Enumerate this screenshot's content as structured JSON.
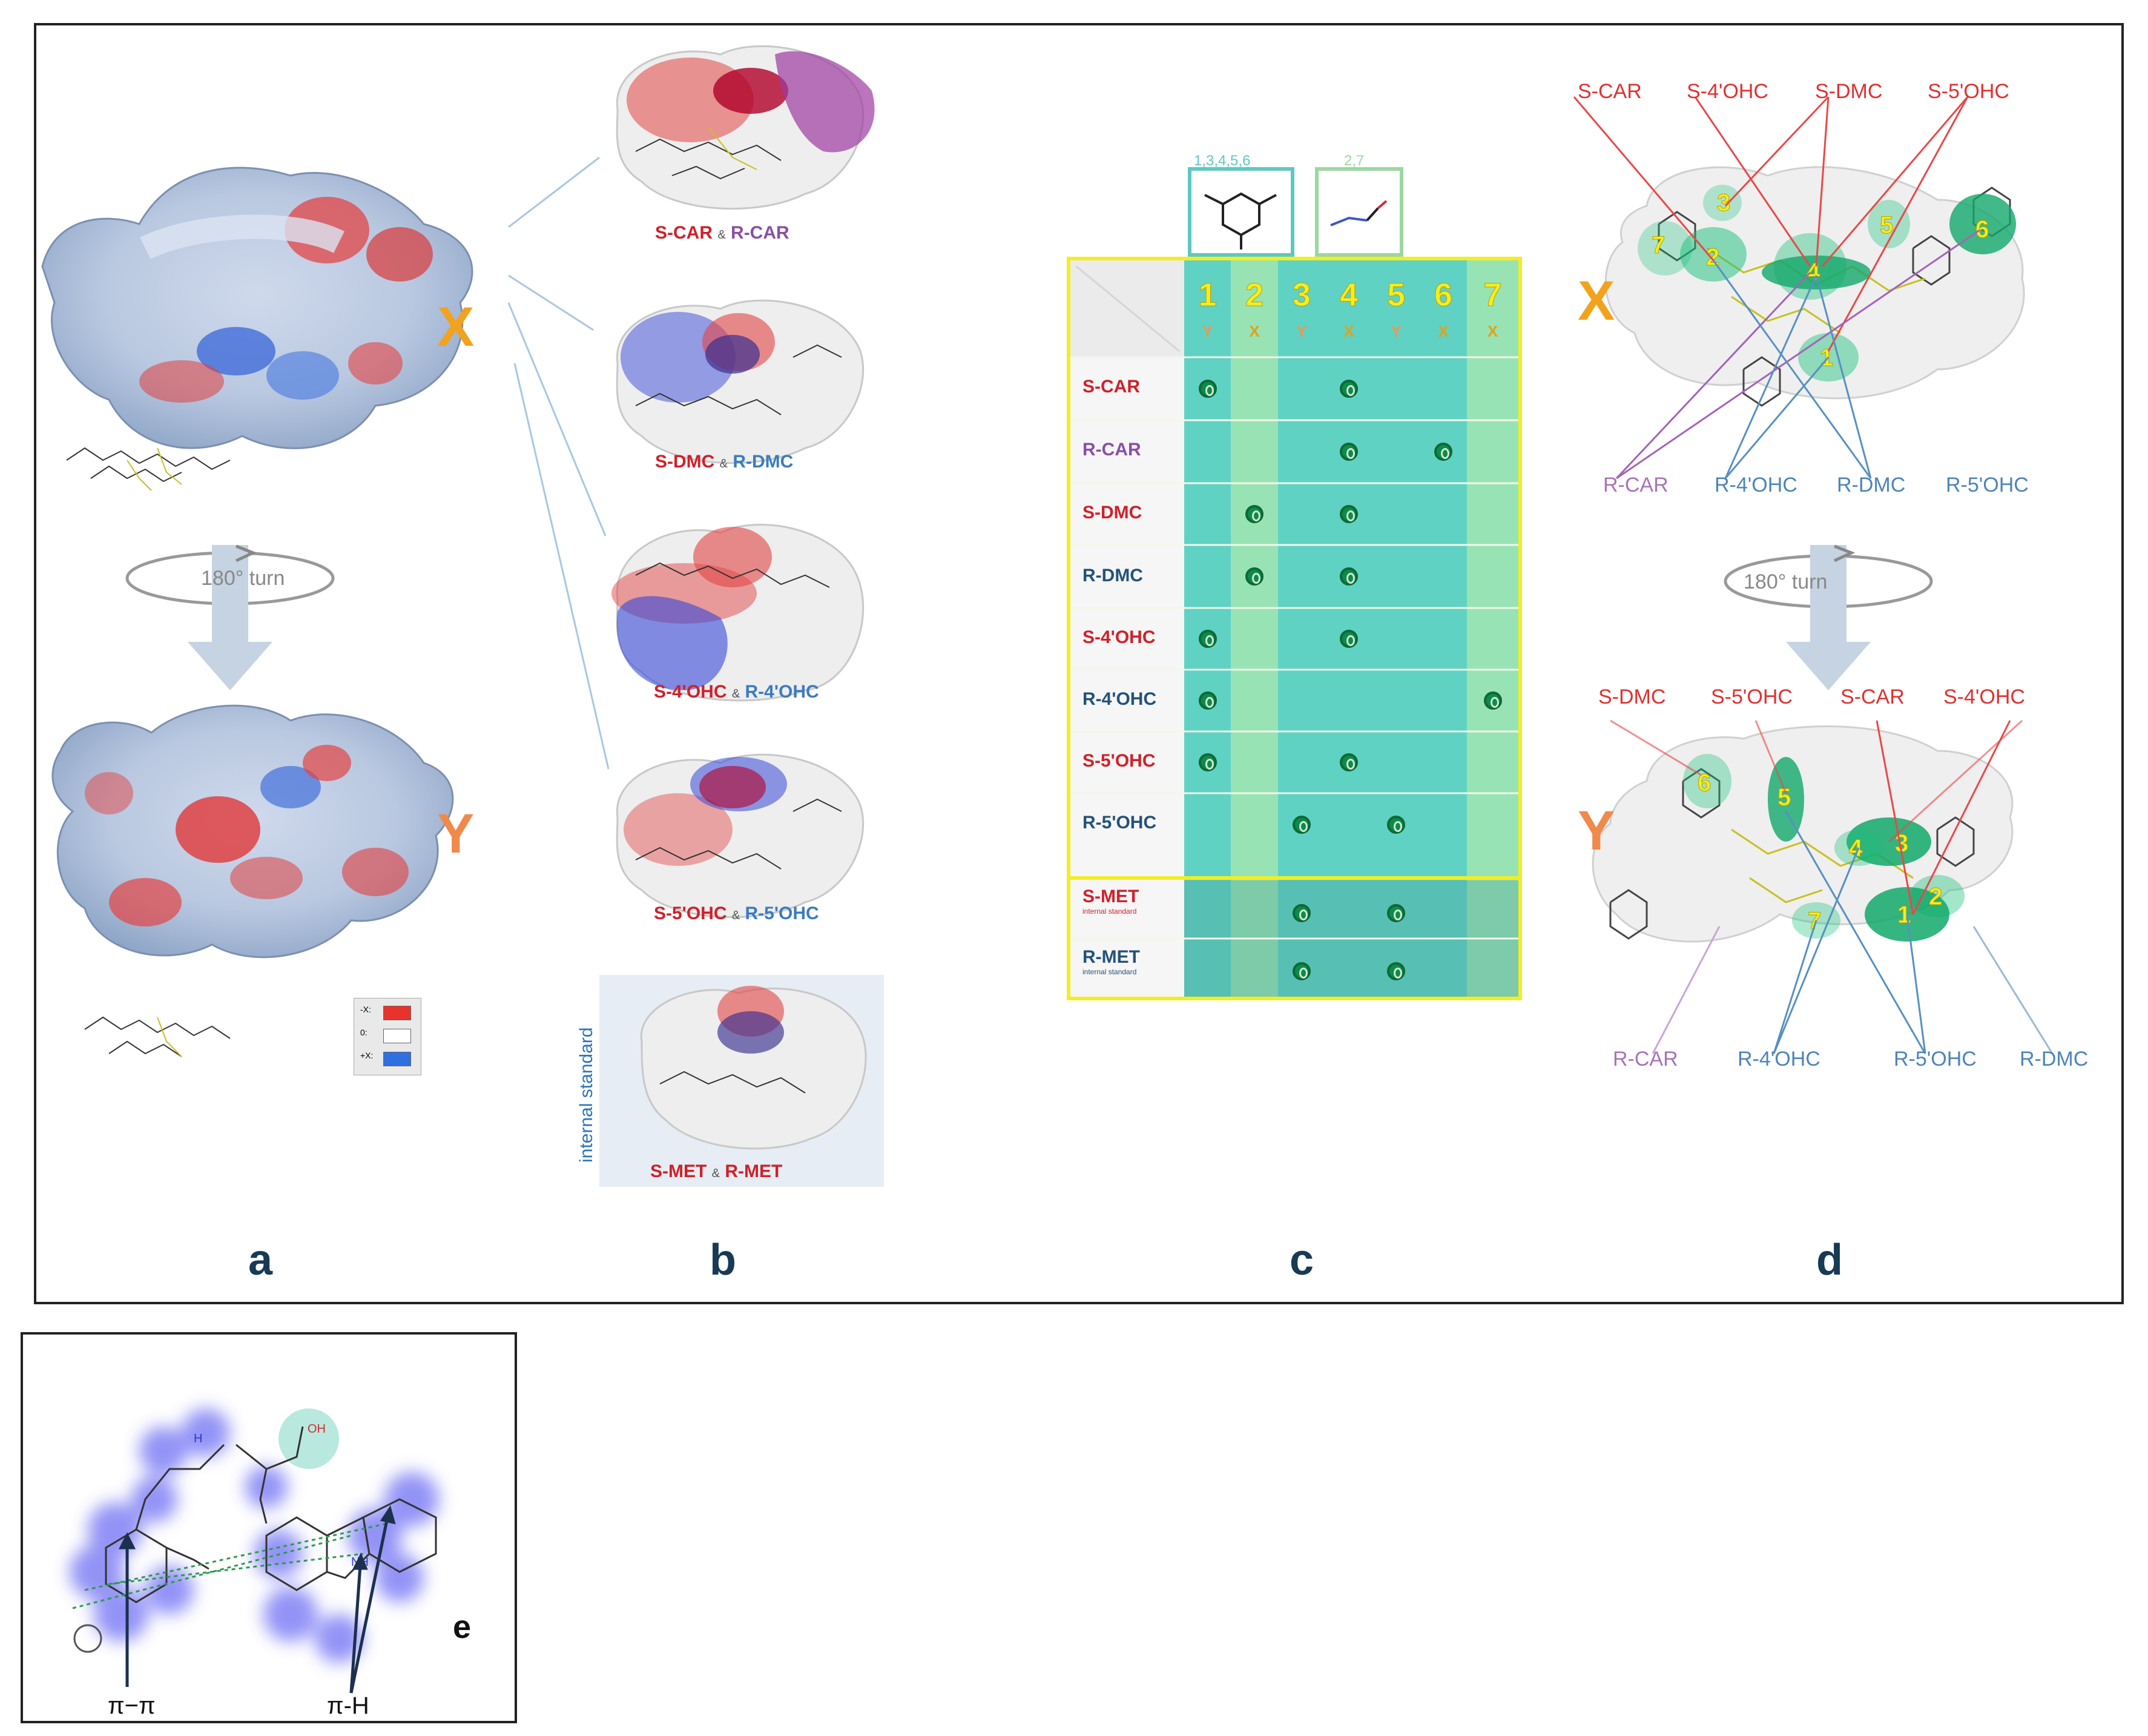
{
  "panels": {
    "a": "a",
    "b": "b",
    "c": "c",
    "d": "d",
    "e": "e"
  },
  "panel_a": {
    "x_label": "X",
    "y_label": "Y",
    "turn_label": "180° turn",
    "legend": [
      {
        "label": "-X:",
        "color": "#e8332c"
      },
      {
        "label": "0:",
        "color": "#ffffff"
      },
      {
        "label": "+X:",
        "color": "#2f6fe0"
      }
    ]
  },
  "panel_b": {
    "captions": [
      {
        "s": "S-CAR",
        "amp": "&",
        "r": "R-CAR",
        "r_color": "#8a4fa6"
      },
      {
        "s": "S-DMC",
        "amp": "&",
        "r": "R-DMC",
        "r_color": "#3a7cc0"
      },
      {
        "s": "S-4'OHC",
        "amp": "&",
        "r": "R-4'OHC",
        "r_color": "#3a7cc0"
      },
      {
        "s": "S-5'OHC",
        "amp": "&",
        "r": "R-5'OHC",
        "r_color": "#3a7cc0"
      },
      {
        "s": "S-MET",
        "amp": "&",
        "r": "R-MET",
        "r_color": "#d0202a"
      }
    ],
    "internal_standard": "internal standard"
  },
  "panel_c": {
    "icon1_label": "1,3,4,5,6",
    "icon2_label": "2,7",
    "columns": [
      {
        "num": "1",
        "side": "Y"
      },
      {
        "num": "2",
        "side": "X"
      },
      {
        "num": "3",
        "side": "Y"
      },
      {
        "num": "4",
        "side": "X"
      },
      {
        "num": "5",
        "side": "Y"
      },
      {
        "num": "6",
        "side": "X"
      },
      {
        "num": "7",
        "side": "X"
      }
    ],
    "rows": [
      {
        "label": "S-CAR",
        "sub": "",
        "color": "#d0202a",
        "marks": [
          1,
          4
        ]
      },
      {
        "label": "R-CAR",
        "sub": "",
        "color": "#8a4fa6",
        "marks": [
          4,
          6
        ]
      },
      {
        "label": "S-DMC",
        "sub": "",
        "color": "#d0202a",
        "marks": [
          2,
          4
        ]
      },
      {
        "label": "R-DMC",
        "sub": "",
        "color": "#24527a",
        "marks": [
          2,
          4
        ]
      },
      {
        "label": "S-4'OHC",
        "sub": "",
        "color": "#d0202a",
        "marks": [
          1,
          4
        ]
      },
      {
        "label": "R-4'OHC",
        "sub": "",
        "color": "#24527a",
        "marks": [
          1,
          7
        ]
      },
      {
        "label": "S-5'OHC",
        "sub": "",
        "color": "#d0202a",
        "marks": [
          1,
          4
        ]
      },
      {
        "label": "R-5'OHC",
        "sub": "",
        "color": "#24527a",
        "marks": [
          3,
          5
        ]
      },
      {
        "label": "S-MET",
        "sub": "internal standard",
        "color": "#d0202a",
        "marks": [
          3,
          5
        ]
      },
      {
        "label": "R-MET",
        "sub": "internal standard",
        "color": "#24527a",
        "marks": [
          3,
          5
        ]
      }
    ]
  },
  "panel_d": {
    "x_label": "X",
    "y_label": "Y",
    "turn_label": "180° turn",
    "x_top_labels": [
      "S-CAR",
      "S-4'OHC",
      "S-DMC",
      "S-5'OHC"
    ],
    "x_bottom_labels": [
      "R-CAR",
      "R-4'OHC",
      "R-DMC",
      "R-5'OHC"
    ],
    "y_top_labels": [
      "S-DMC",
      "S-5'OHC",
      "S-CAR",
      "S-4'OHC"
    ],
    "y_bottom_labels": [
      "R-CAR",
      "R-4'OHC",
      "R-5'OHC",
      "R-DMC"
    ],
    "x_sites": [
      "1",
      "2",
      "3",
      "4",
      "5",
      "6",
      "7"
    ],
    "y_sites": [
      "1",
      "2",
      "3",
      "4",
      "5",
      "6",
      "7"
    ]
  },
  "panel_e": {
    "pi_pi": "π−π",
    "pi_h": "π-H",
    "nh": "NH",
    "oh": "OH",
    "h": "H"
  }
}
